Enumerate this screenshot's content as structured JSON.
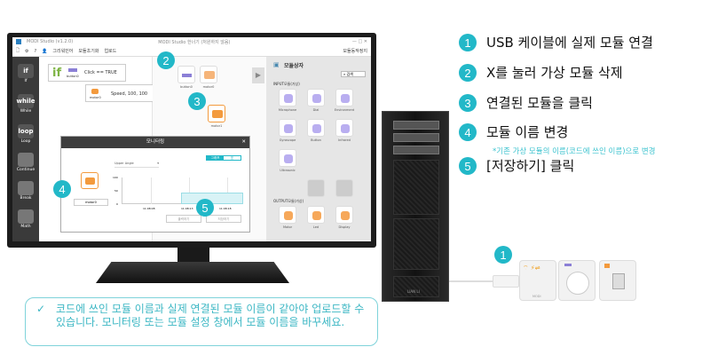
{
  "app": {
    "title": "MODI Studio (v1.2.0)",
    "window_subtitle": "MODI Studio 한너기 (처원하지 않음)",
    "toolbar": {
      "draw_example": "그리워민어",
      "module_reset": "모듈초기화",
      "upload": "업로드",
      "module_save": "모듈동작정지"
    }
  },
  "sidebar": {
    "items": [
      {
        "icon": "if",
        "label": "If"
      },
      {
        "icon": "while",
        "label": "While"
      },
      {
        "icon": "loop",
        "label": "Loop"
      },
      {
        "icon": "continue-icon",
        "label": "Continue"
      },
      {
        "icon": "break-icon",
        "label": "Break"
      },
      {
        "icon": "math-icon",
        "label": "Math"
      }
    ]
  },
  "code": {
    "if_block": "if",
    "if_module": "button0",
    "if_condition": "Click == TRUE",
    "motor_module": "motor0",
    "motor_action": "Speed, 100, 100"
  },
  "virtual": {
    "modules": [
      "button0",
      "motor0"
    ],
    "connected": "motor1"
  },
  "panel": {
    "title": "모듈상자",
    "search": "검색",
    "input_section": "INPUT모듈(가상)",
    "input_modules": [
      "Microphone",
      "Dial",
      "Environment",
      "Gyroscope",
      "Button",
      "Infrared",
      "Ultrasonic"
    ],
    "output_section": "OUTPUT모듈(가상)",
    "output_modules": [
      "Motor",
      "Led",
      "Display"
    ]
  },
  "dialog": {
    "title": "모니터링",
    "toggle": [
      "그래프",
      "표"
    ],
    "select": "Upper Angle",
    "module_name": "motor0",
    "y_ticks": [
      "100",
      "50",
      "0"
    ],
    "x_ticks": [
      "11:08:08",
      "11:08:13",
      "11:08:18"
    ],
    "cancel": "출력하기",
    "save": "저장하기"
  },
  "steps": [
    {
      "num": "1",
      "text": "USB 케이블에 실제 모듈 연결"
    },
    {
      "num": "2",
      "text": "X를 눌러 가상 모듈 삭제"
    },
    {
      "num": "3",
      "text": "연결된 모듈을 클릭"
    },
    {
      "num": "4",
      "text": "모듈 이름 변경"
    },
    {
      "num": "5",
      "text": "[저장하기] 클릭"
    }
  ],
  "step4_note": "*기존 가상 모듈의 이름(코드에 쓰인 이름)으로 변경",
  "note": {
    "check": "✓",
    "text": "코드에 쓰인 모듈 이름과 실제 연결된 모듈 이름이 같아야 업로드할 수 있습니다. 모니터링 또는 모듈 설정 창에서 모듈 이름을 바꾸세요."
  },
  "badges": [
    "1",
    "2",
    "3",
    "4",
    "5"
  ],
  "tower_brand": "LIAN LI",
  "module_brand": "MODI",
  "colors": {
    "accent": "#22b8c8",
    "motor": "#f39a3d",
    "button": "#8b7fd6"
  }
}
